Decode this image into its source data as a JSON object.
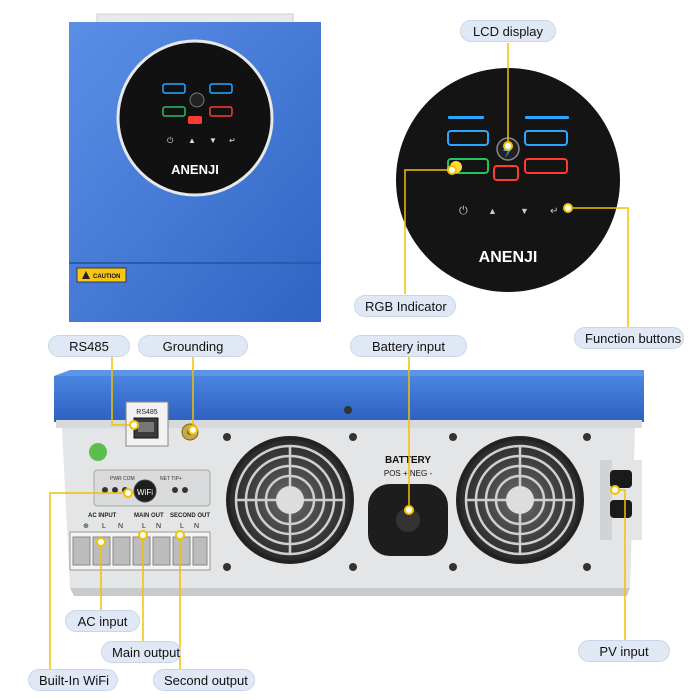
{
  "brand": "ANENJI",
  "front_panel": {
    "caution_label": "CAUTION"
  },
  "rear_panel": {
    "rs485_label": "RS485",
    "wifi_label": "WiFi",
    "pwr_com_label": "PWR COM",
    "net_tip_label": "NET TIP+",
    "ac_input_label": "AC INPUT",
    "main_out_label": "MAIN OUT",
    "second_out_label": "SECOND OUT",
    "terminal_letters": [
      "L",
      "N",
      "L",
      "N",
      "L",
      "N"
    ],
    "battery_title": "BATTERY",
    "battery_polarity": "POS + NEG -"
  },
  "callouts": {
    "lcd_display": "LCD display",
    "rgb_indicator": "RGB Indicator",
    "function_buttons": "Function buttons",
    "rs485": "RS485",
    "grounding": "Grounding",
    "battery_input": "Battery input",
    "ac_input": "AC input",
    "main_output": "Main output",
    "builtin_wifi": "Built-In WiFi",
    "second_output": "Second output",
    "pv_input": "PV input"
  },
  "colors": {
    "body_blue": "#3f79d6",
    "panel_black": "#1a1a1a",
    "rear_gray": "#e4e5e6",
    "leader_yellow": "#f2c200",
    "pill_fill": "#dfe8f4"
  }
}
